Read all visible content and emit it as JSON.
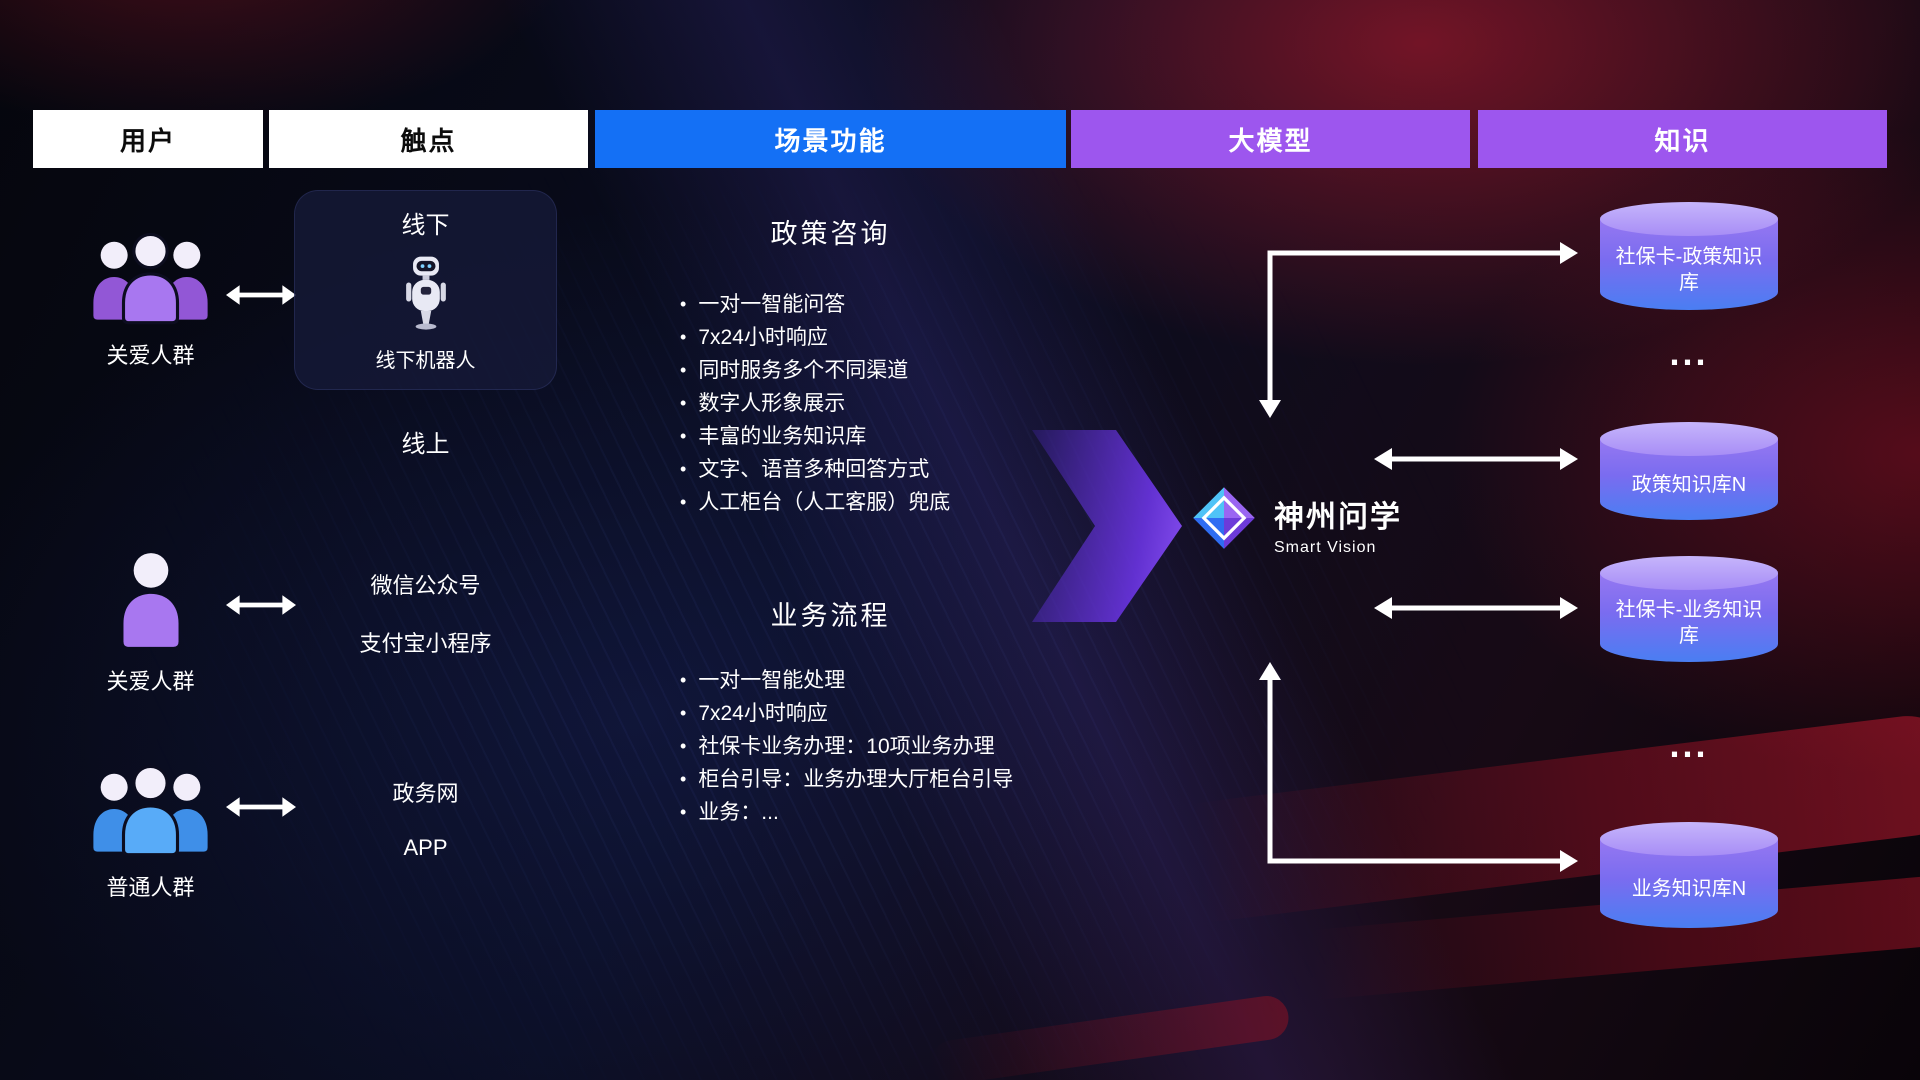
{
  "headers": {
    "users": "用户",
    "touchpoints": "触点",
    "scenes": "场景功能",
    "model": "大模型",
    "knowledge": "知识"
  },
  "colors": {
    "header_blue": "#1470f5",
    "header_purple": "#9d56ee",
    "user_icon_purple": "#a877f0",
    "user_icon_blue": "#58abf8",
    "cylinder_top": "#c6b5fb",
    "cylinder_bottom": "#4a7ef2",
    "connector_white": "#ffffff",
    "big_arrow_purple": "#8b52f7"
  },
  "users": [
    {
      "label": "关爱人群",
      "icon": "group-people-purple-icon"
    },
    {
      "label": "关爱人群",
      "icon": "person-purple-icon"
    },
    {
      "label": "普通人群",
      "icon": "group-people-blue-icon"
    }
  ],
  "touchpoints": {
    "offline": {
      "title": "线下",
      "robot_caption": "线下机器人"
    },
    "online_title": "线上",
    "online_channels": [
      "微信公众号",
      "支付宝小程序"
    ],
    "gov_channels": [
      "政务网",
      "APP"
    ]
  },
  "scenes": {
    "policy": {
      "title": "政策咨询",
      "items": [
        "一对一智能问答",
        "7x24小时响应",
        "同时服务多个不同渠道",
        "数字人形象展示",
        "丰富的业务知识库",
        "文字、语音多种回答方式",
        "人工柜台（人工客服）兜底"
      ]
    },
    "business": {
      "title": "业务流程",
      "items": [
        "一对一智能处理",
        "7x24小时响应",
        "社保卡业务办理：10项业务办理",
        "柜台引导：业务办理大厅柜台引导",
        "业务：..."
      ]
    }
  },
  "model": {
    "brand": "神州问学",
    "subbrand": "Smart Vision"
  },
  "knowledge": {
    "databases": [
      "社保卡-政策知识库",
      "政策知识库N",
      "社保卡-业务知识库",
      "业务知识库N"
    ],
    "ellipsis": "..."
  }
}
